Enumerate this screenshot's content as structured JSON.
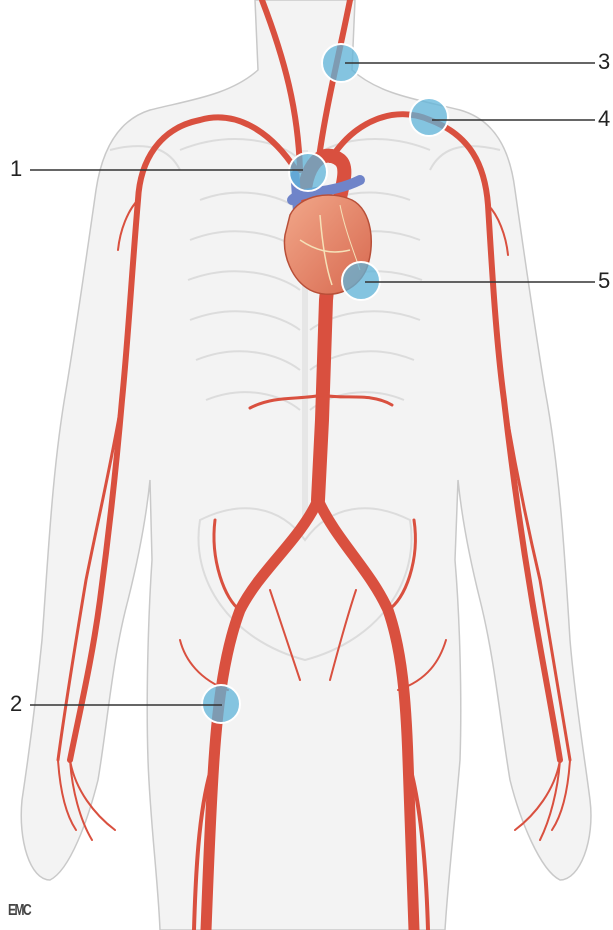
{
  "colors": {
    "artery": "#d9503f",
    "artery_dark": "#b63a2c",
    "body_fill": "#f3f3f3",
    "body_outline": "#c8c8c8",
    "skeleton": "#d9d9d9",
    "vein": "#6f84c9",
    "heart": "#e8866a",
    "marker": "#5fb4d9",
    "leader_line": "#333333"
  },
  "callouts": [
    {
      "number": "1",
      "icon": "pulse-point-circle"
    },
    {
      "number": "2",
      "icon": "pulse-point-circle"
    },
    {
      "number": "3",
      "icon": "pulse-point-circle"
    },
    {
      "number": "4",
      "icon": "pulse-point-circle"
    },
    {
      "number": "5",
      "icon": "pulse-point-circle"
    }
  ],
  "logo": "EMC"
}
